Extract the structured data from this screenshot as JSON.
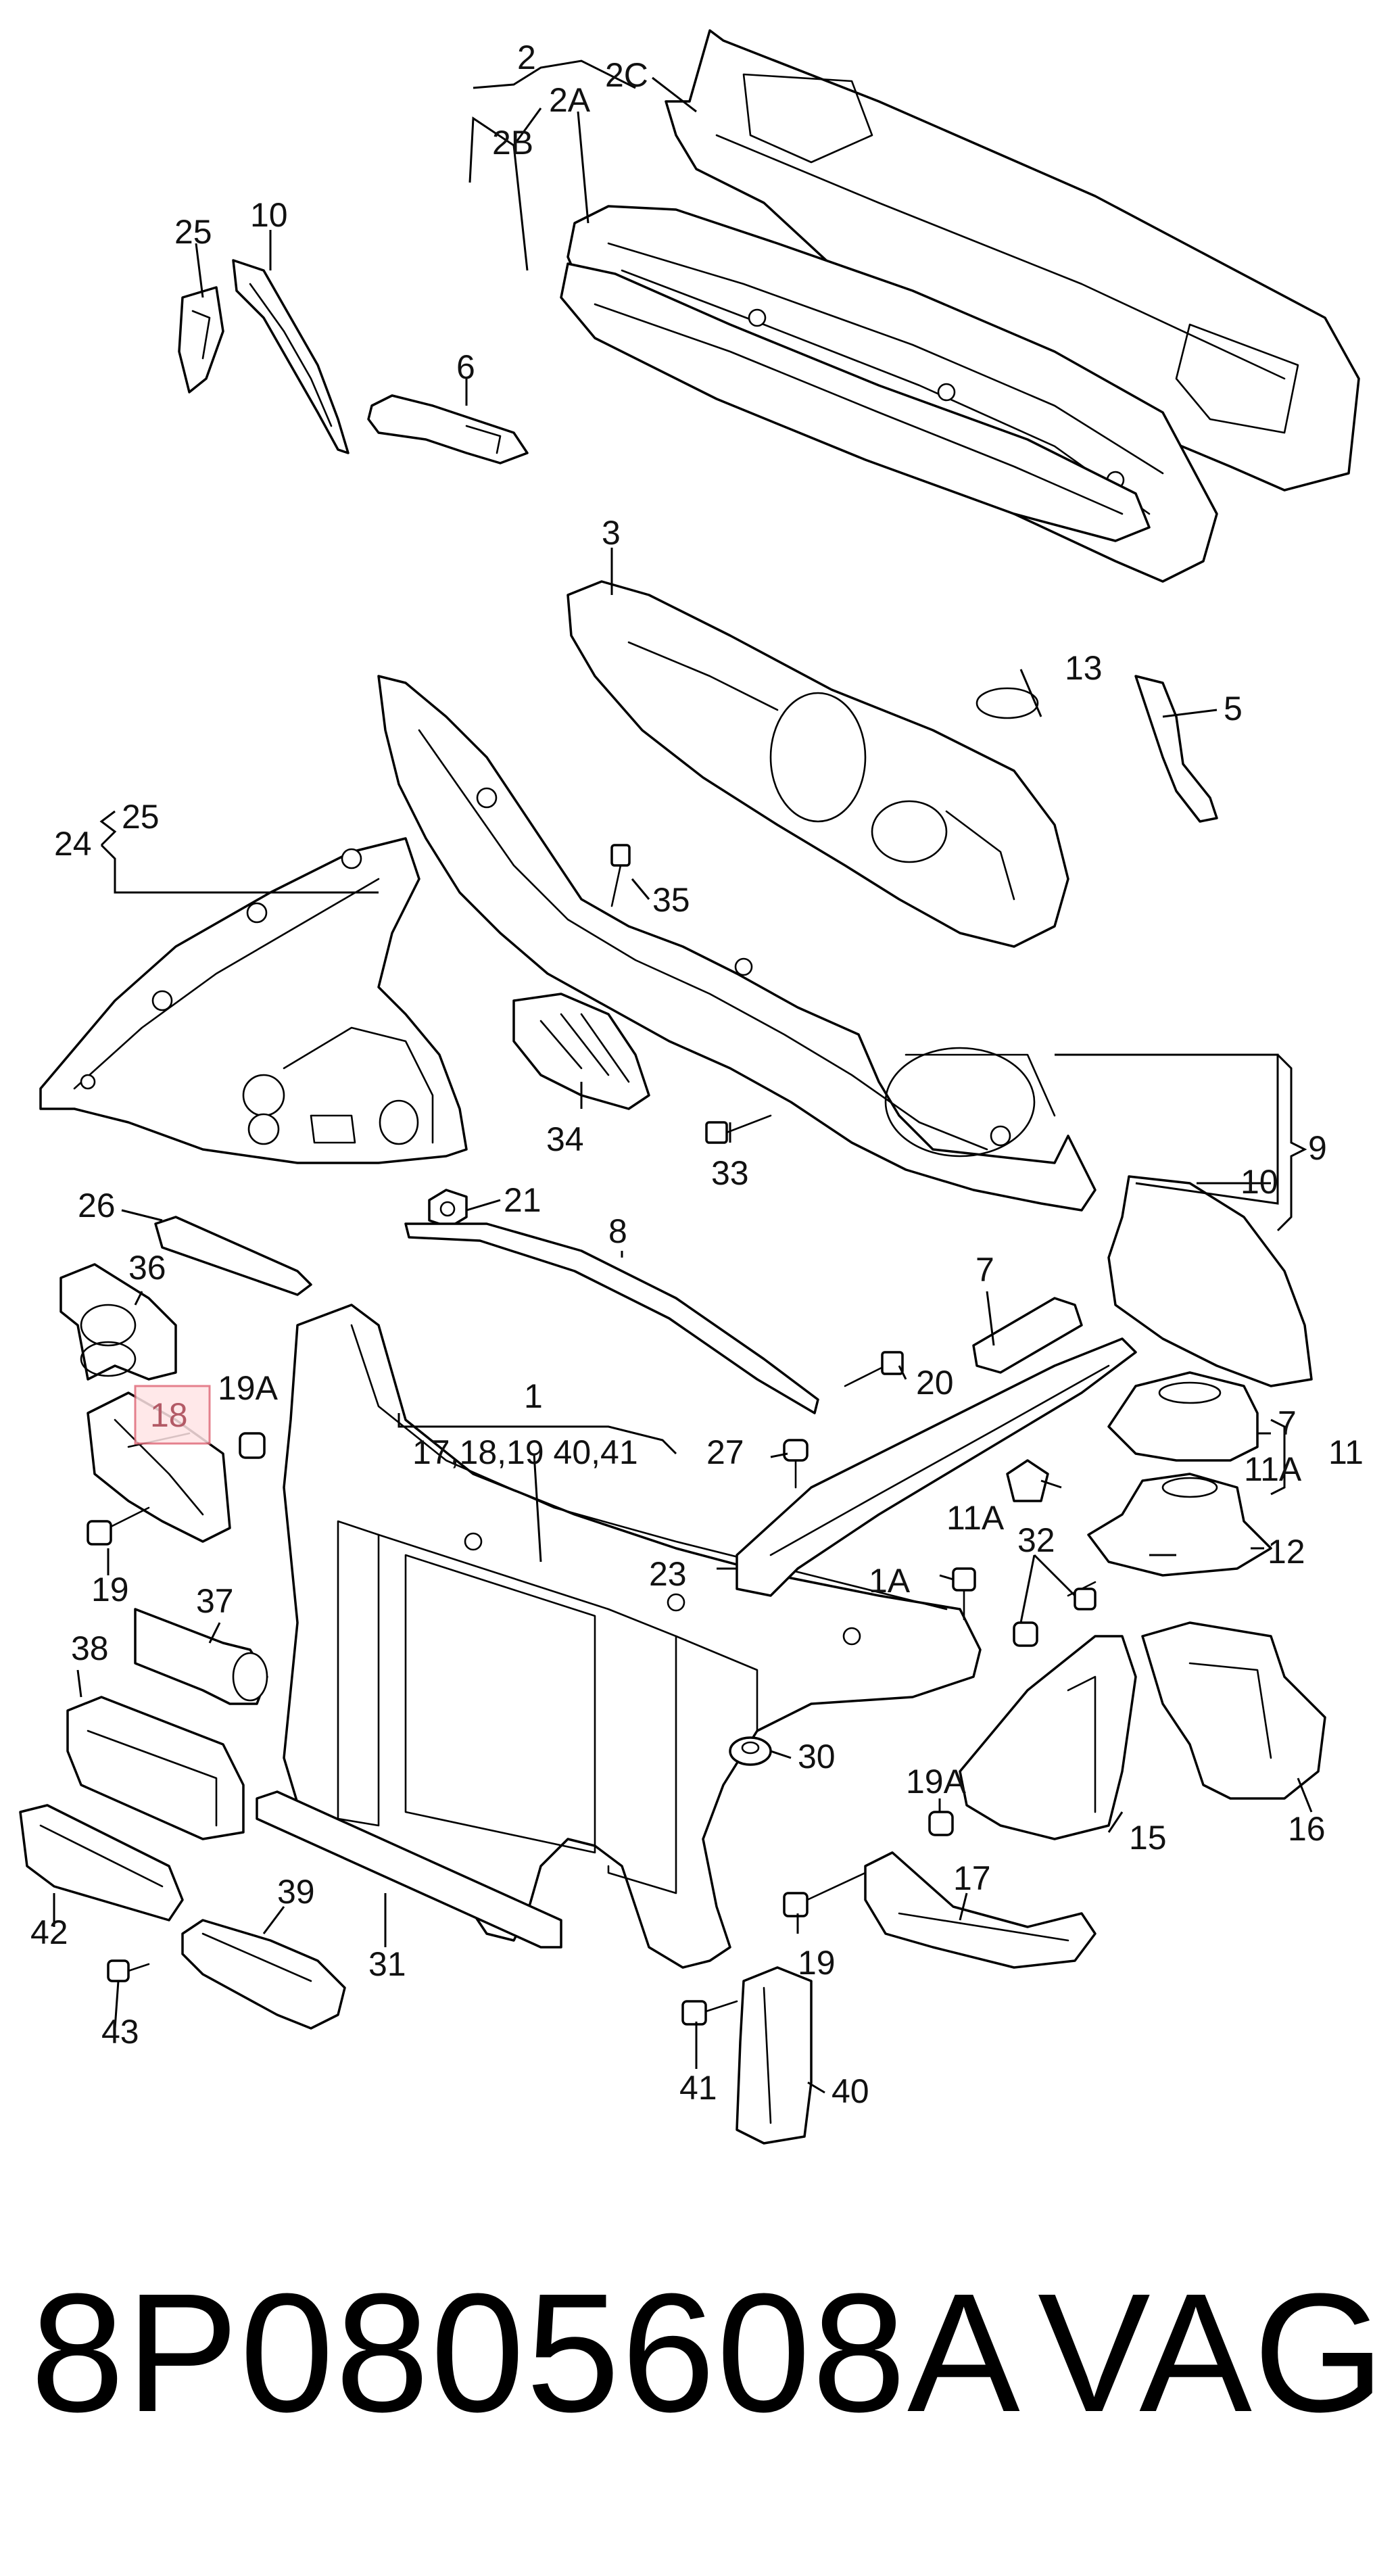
{
  "diagram": {
    "callouts": [
      {
        "id": "2",
        "text": "2"
      },
      {
        "id": "2A",
        "text": "2A"
      },
      {
        "id": "2B",
        "text": "2B"
      },
      {
        "id": "2C",
        "text": "2C"
      },
      {
        "id": "25a",
        "text": "25"
      },
      {
        "id": "10a",
        "text": "10"
      },
      {
        "id": "6",
        "text": "6"
      },
      {
        "id": "3",
        "text": "3"
      },
      {
        "id": "13",
        "text": "13"
      },
      {
        "id": "5",
        "text": "5"
      },
      {
        "id": "24",
        "text": "24"
      },
      {
        "id": "25b",
        "text": "25"
      },
      {
        "id": "35",
        "text": "35"
      },
      {
        "id": "34",
        "text": "34"
      },
      {
        "id": "33",
        "text": "33"
      },
      {
        "id": "9",
        "text": "9"
      },
      {
        "id": "10b",
        "text": "10"
      },
      {
        "id": "26",
        "text": "26"
      },
      {
        "id": "21",
        "text": "21"
      },
      {
        "id": "8",
        "text": "8"
      },
      {
        "id": "7a",
        "text": "7"
      },
      {
        "id": "36",
        "text": "36"
      },
      {
        "id": "19Aa",
        "text": "19A"
      },
      {
        "id": "1",
        "text": "1"
      },
      {
        "id": "group1",
        "text": "17,18,19   40,41"
      },
      {
        "id": "20",
        "text": "20"
      },
      {
        "id": "27",
        "text": "27"
      },
      {
        "id": "7b",
        "text": "7"
      },
      {
        "id": "11Aa",
        "text": "11A"
      },
      {
        "id": "11",
        "text": "11"
      },
      {
        "id": "11Ab",
        "text": "11A"
      },
      {
        "id": "32",
        "text": "32"
      },
      {
        "id": "12",
        "text": "12"
      },
      {
        "id": "19a",
        "text": "19"
      },
      {
        "id": "23",
        "text": "23"
      },
      {
        "id": "1A",
        "text": "1A"
      },
      {
        "id": "37",
        "text": "37"
      },
      {
        "id": "38",
        "text": "38"
      },
      {
        "id": "30",
        "text": "30"
      },
      {
        "id": "19Ab",
        "text": "19A"
      },
      {
        "id": "15",
        "text": "15"
      },
      {
        "id": "16",
        "text": "16"
      },
      {
        "id": "17",
        "text": "17"
      },
      {
        "id": "42",
        "text": "42"
      },
      {
        "id": "39",
        "text": "39"
      },
      {
        "id": "31",
        "text": "31"
      },
      {
        "id": "19b",
        "text": "19"
      },
      {
        "id": "43",
        "text": "43"
      },
      {
        "id": "41",
        "text": "41"
      },
      {
        "id": "40",
        "text": "40"
      }
    ],
    "highlight": {
      "text": "18",
      "color": "#e06b7a"
    }
  },
  "footer": {
    "part_number": "8P0805608A",
    "brand": "VAG"
  }
}
